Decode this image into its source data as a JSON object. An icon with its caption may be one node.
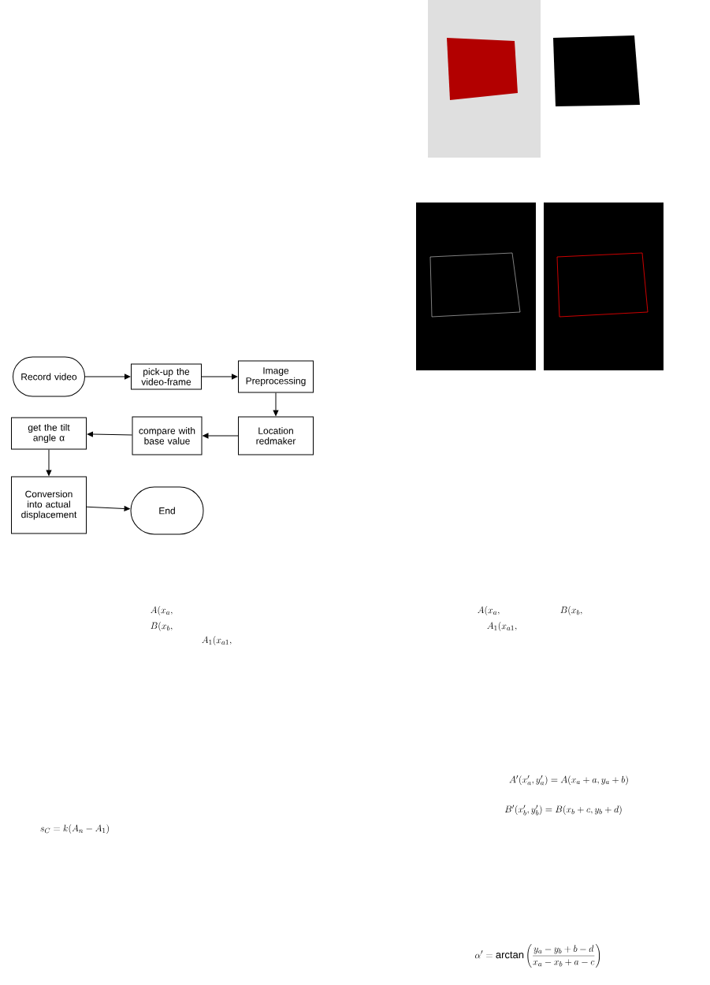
{
  "diagram": {
    "nodes": [
      {
        "text": [
          "Record video"
        ]
      },
      {
        "text": [
          "pick-up the video-frame"
        ]
      },
      {
        "text": [
          "Image Preprocessing"
        ]
      },
      {
        "text": [
          "Location redmaker"
        ]
      },
      {
        "text": [
          "compare with base value"
        ]
      },
      {
        "text": [
          "get the tilt angle α"
        ]
      },
      {
        "text": [
          "Conversion into actual displacement"
        ]
      },
      {
        "text": [
          "End"
        ]
      }
    ],
    "edges": [
      {
        "from": 0,
        "to": 1,
        "arrow": "to"
      },
      {
        "from": 1,
        "to": 2,
        "arrow": "to"
      },
      {
        "from": 2,
        "to": 3,
        "arrow": "to"
      },
      {
        "from": 3,
        "to": 4,
        "arrow": "to"
      },
      {
        "from": 4,
        "to": 5,
        "arrow": "to"
      },
      {
        "from": 5,
        "to": 6,
        "arrow": "to"
      },
      {
        "from": 6,
        "to": 7,
        "arrow": "to"
      }
    ],
    "labels": [
      "A(x_{a},",
      "B(x_{b},",
      "A_{1}(x_{a1},",
      "A(x_{a},",
      "B(x_{b},",
      "A_{1}(x_{a1},",
      "A'(x'_{a},y'_{a}) = A(x_{a}+a, y_{a}+b)",
      "B'(x'_{b},y'_{b}) = B(x_{b}+c, y_{b}+d)",
      "s_{C} = k(A_{n}-A_{1})",
      "\\alpha' = \\arctan\\left(\\frac{y_{a}-y_{b}+b-d}{x_{a}-x_{b}+a-c}\\right)"
    ]
  }
}
